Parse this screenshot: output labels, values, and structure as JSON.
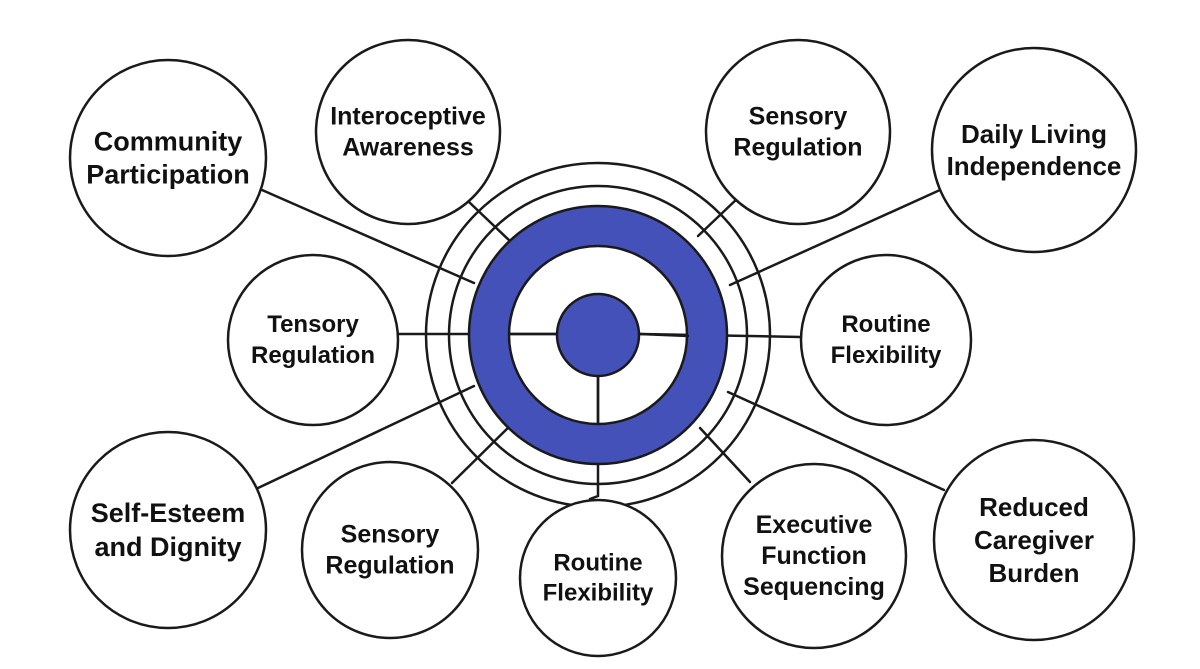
{
  "colors": {
    "accent": "#4451b8",
    "stroke": "#1a1a1a",
    "background": "#ffffff"
  },
  "nodes": [
    {
      "id": "community-participation",
      "lines": [
        "Community",
        "Participation"
      ]
    },
    {
      "id": "interoceptive-awareness",
      "lines": [
        "Interoceptive",
        "Awareness"
      ]
    },
    {
      "id": "sensory-regulation-top",
      "lines": [
        "Sensory",
        "Regulation"
      ]
    },
    {
      "id": "daily-living-independence",
      "lines": [
        "Daily Living",
        "Independence"
      ]
    },
    {
      "id": "tensory-regulation",
      "lines": [
        "Tensory",
        "Regulation"
      ]
    },
    {
      "id": "routine-flexibility-right",
      "lines": [
        "Routine",
        "Flexibility"
      ]
    },
    {
      "id": "self-esteem-dignity",
      "lines": [
        "Self-Esteem",
        "and Dignity"
      ]
    },
    {
      "id": "sensory-regulation-bottom",
      "lines": [
        "Sensory",
        "Regulation"
      ]
    },
    {
      "id": "routine-flexibility-bottom",
      "lines": [
        "Routine",
        "Flexibility"
      ]
    },
    {
      "id": "executive-function-sequencing",
      "lines": [
        "Executive",
        "Function",
        "Sequencing"
      ]
    },
    {
      "id": "reduced-caregiver-burden",
      "lines": [
        "Reduced",
        "Caregiver",
        "Burden"
      ]
    }
  ]
}
